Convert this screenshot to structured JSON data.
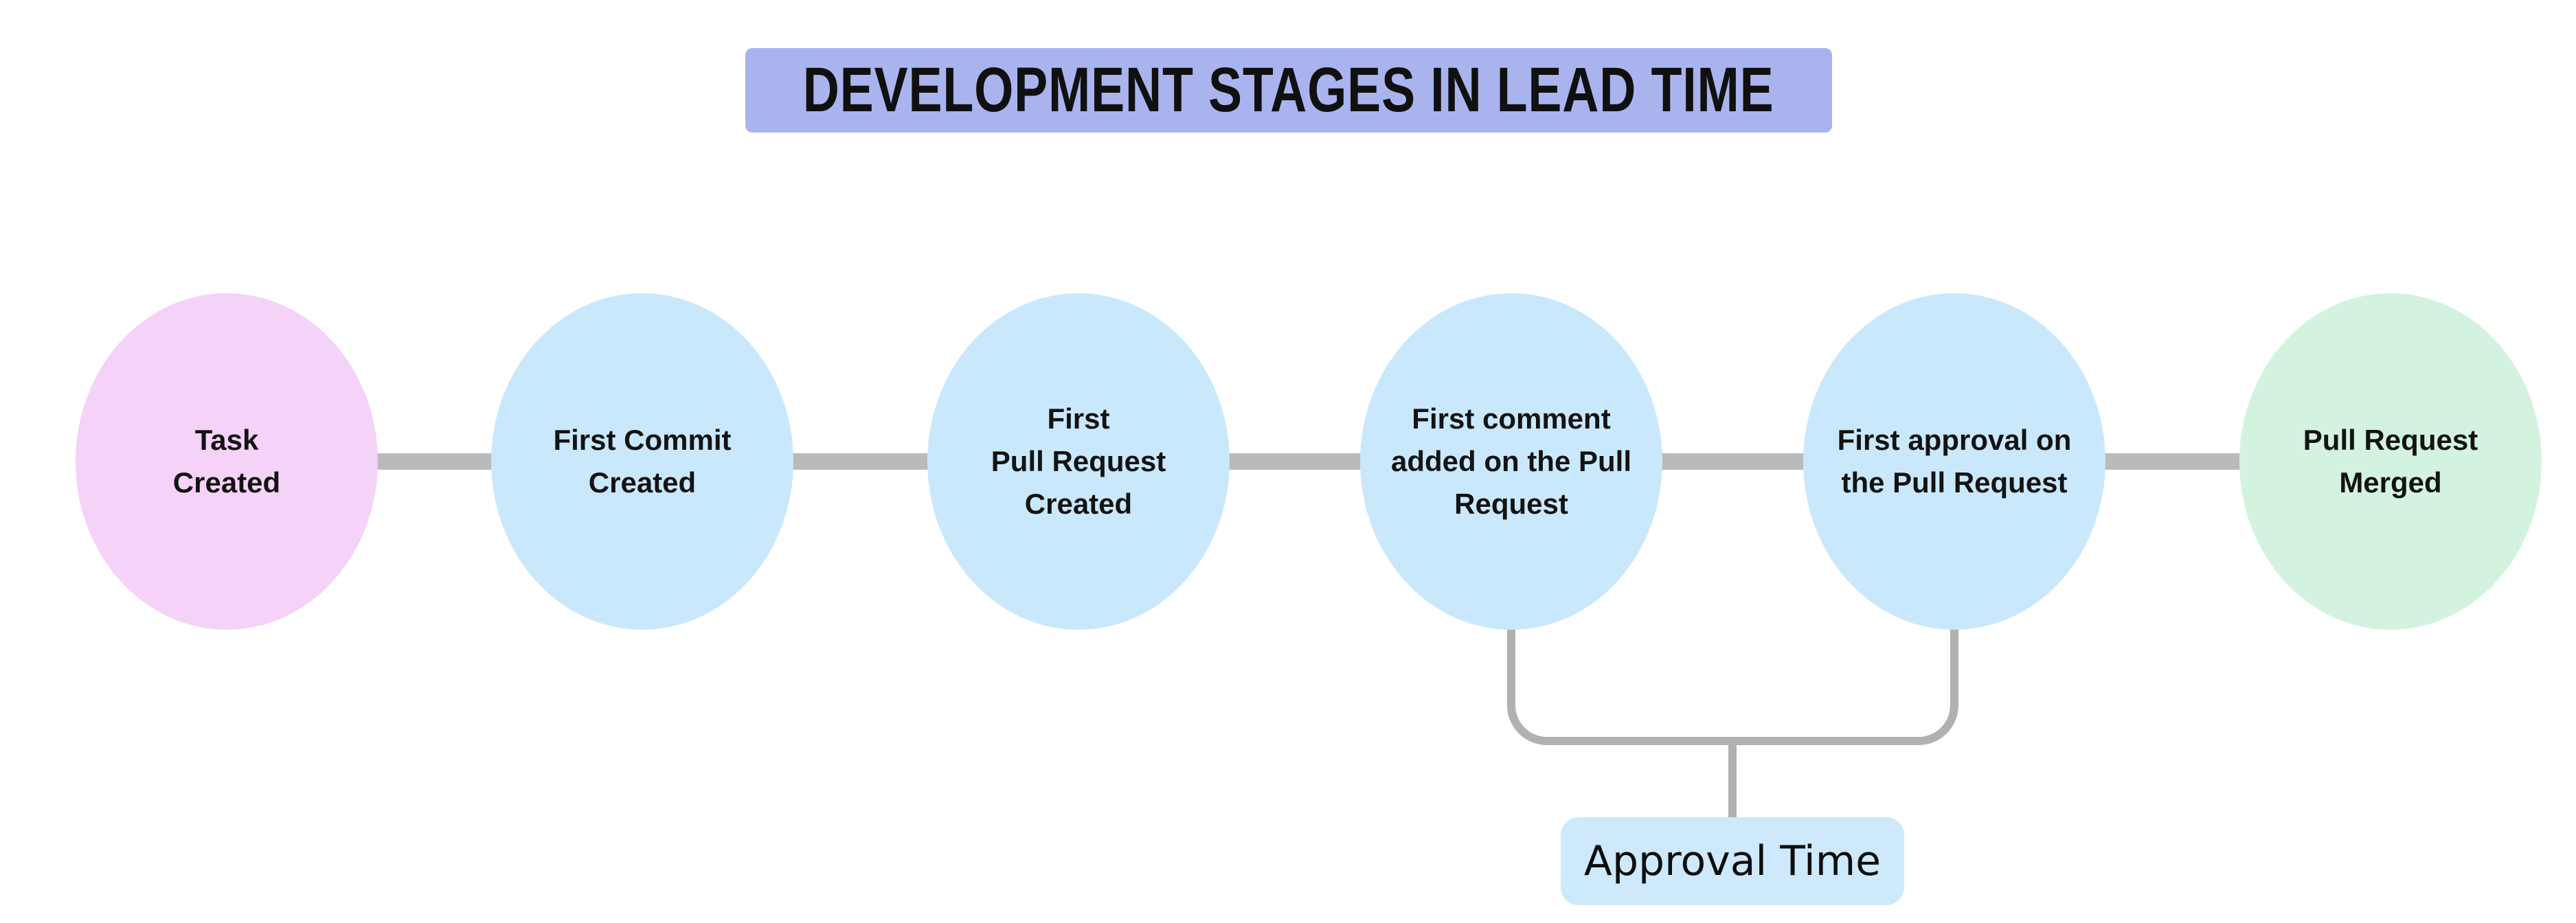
{
  "title": {
    "text": "DEVELOPMENT STAGES IN LEAD TIME",
    "bg": "#a9b4ef"
  },
  "stages": [
    {
      "label": "Task\nCreated",
      "color": "#f5d2f7"
    },
    {
      "label": "First Commit\nCreated",
      "color": "#cae8fb"
    },
    {
      "label": "First\nPull Request\nCreated",
      "color": "#cae8fb"
    },
    {
      "label": "First comment\nadded on the Pull\nRequest",
      "color": "#cae8fb"
    },
    {
      "label": "First approval on\nthe Pull Request",
      "color": "#cae8fb"
    },
    {
      "label": "Pull Request\nMerged",
      "color": "#d4f3de"
    }
  ],
  "annotation": {
    "label": "Approval Time",
    "bg": "#cde9fb"
  },
  "colors": {
    "background": "#ffffff",
    "connector": "#bababa",
    "bracket": "#b1b1b1",
    "text": "#131313"
  }
}
